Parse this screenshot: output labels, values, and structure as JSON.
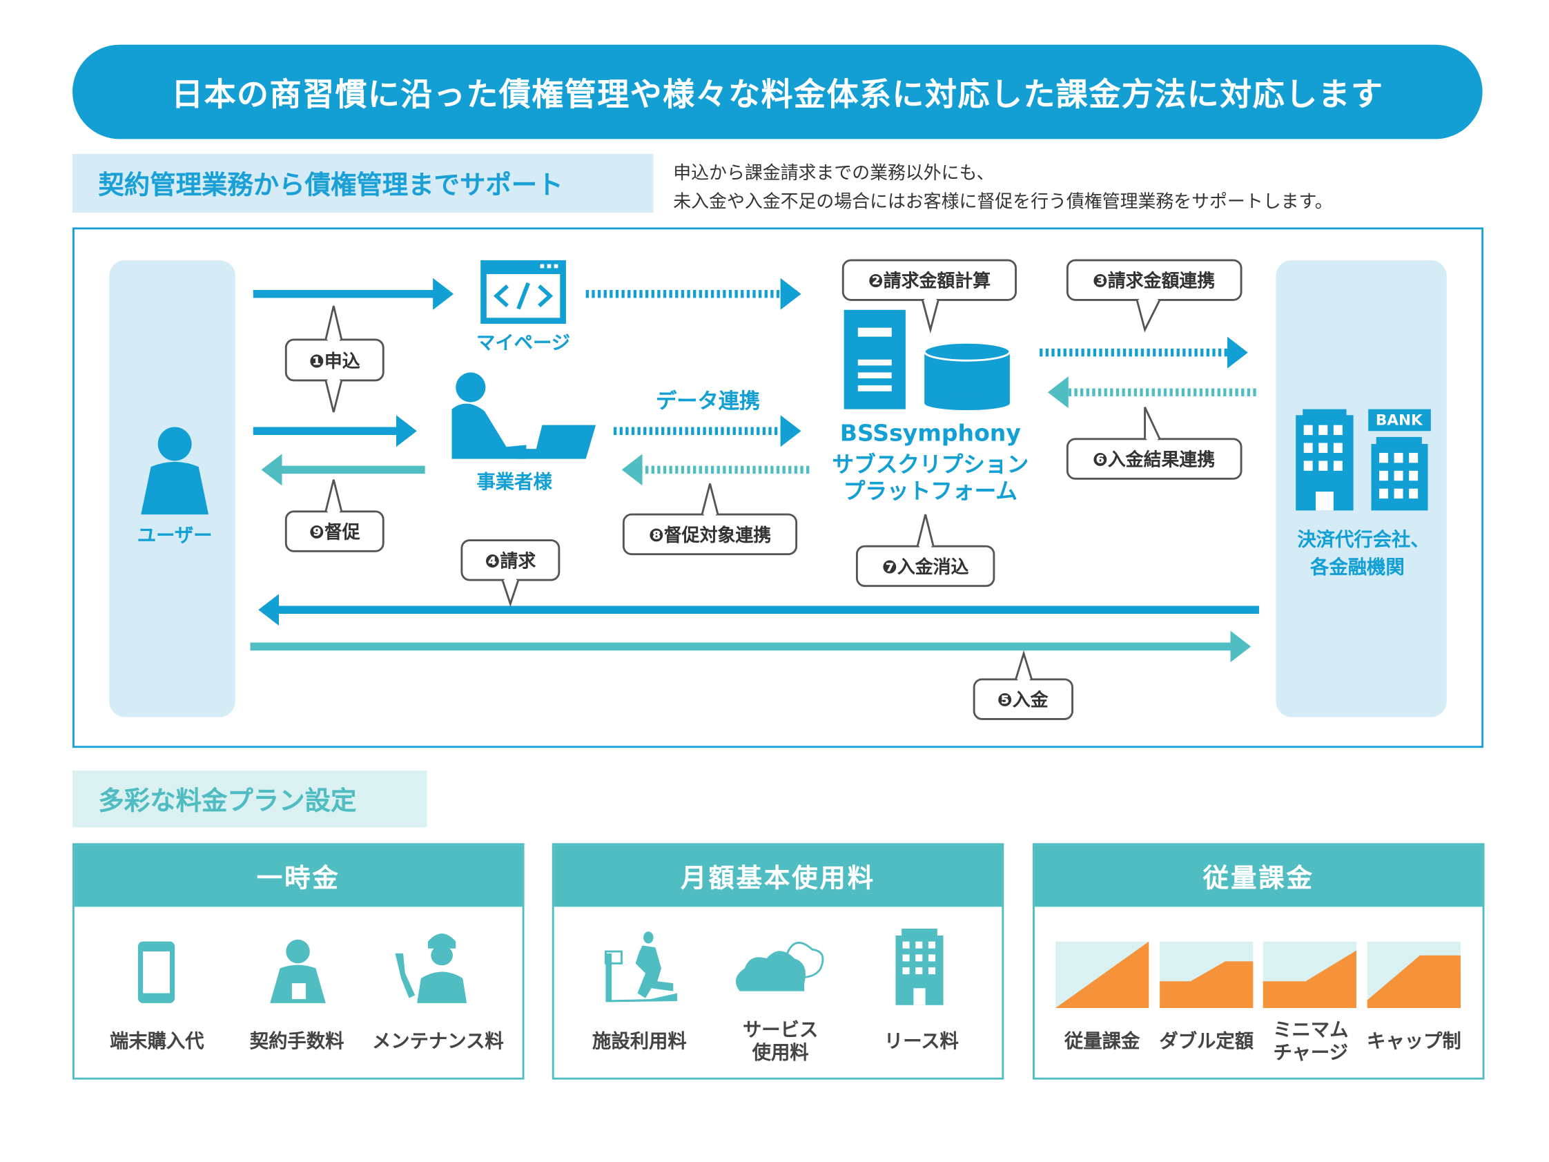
{
  "header": {
    "title": "日本の商習慣に沿った債権管理や様々な料金体系に対応した課金方法に対応します"
  },
  "section1": {
    "heading": "契約管理業務から債権管理までサポート",
    "description": [
      "申込から課金請求までの業務以外にも、",
      "未入金や入金不足の場合にはお客様に督促を行う債権管理業務をサポートします。"
    ]
  },
  "diagram": {
    "user_label": "ユーザー",
    "mypage_label": "マイページ",
    "business_label": "事業者様",
    "data_link_label": "データ連携",
    "platform": [
      "BSSsymphony",
      "サブスクリプション",
      "プラットフォーム"
    ],
    "bank_badge": "BANK",
    "bank_label": [
      "決済代行会社、",
      "各金融機関"
    ],
    "steps": [
      {
        "num": "❶",
        "label": "申込"
      },
      {
        "num": "❷",
        "label": "請求金額計算"
      },
      {
        "num": "❸",
        "label": "請求金額連携"
      },
      {
        "num": "❹",
        "label": "請求"
      },
      {
        "num": "❺",
        "label": "入金"
      },
      {
        "num": "❻",
        "label": "入金結果連携"
      },
      {
        "num": "❼",
        "label": "入金消込"
      },
      {
        "num": "❽",
        "label": "督促対象連携"
      },
      {
        "num": "❾",
        "label": "督促"
      }
    ]
  },
  "section2": {
    "heading": "多彩な料金プラン設定",
    "cards": [
      {
        "title": "一時金",
        "items": [
          [
            "端末購入代"
          ],
          [
            "契約手数料"
          ],
          [
            "メンテナンス料"
          ]
        ]
      },
      {
        "title": "月額基本使用料",
        "items": [
          [
            "施設利用料"
          ],
          [
            "サービス",
            "使用料"
          ],
          [
            "リース料"
          ]
        ]
      },
      {
        "title": "従量課金",
        "items": [
          [
            "従量課金"
          ],
          [
            "ダブル定額"
          ],
          [
            "ミニマム",
            "チャージ"
          ],
          [
            "キャップ制"
          ]
        ]
      }
    ]
  },
  "colors": {
    "blue": "#129fd4",
    "teal": "#4fbdc2",
    "orange": "#f5923a",
    "light_blue": "#d5ecf6",
    "light_teal": "#daf1f1"
  }
}
